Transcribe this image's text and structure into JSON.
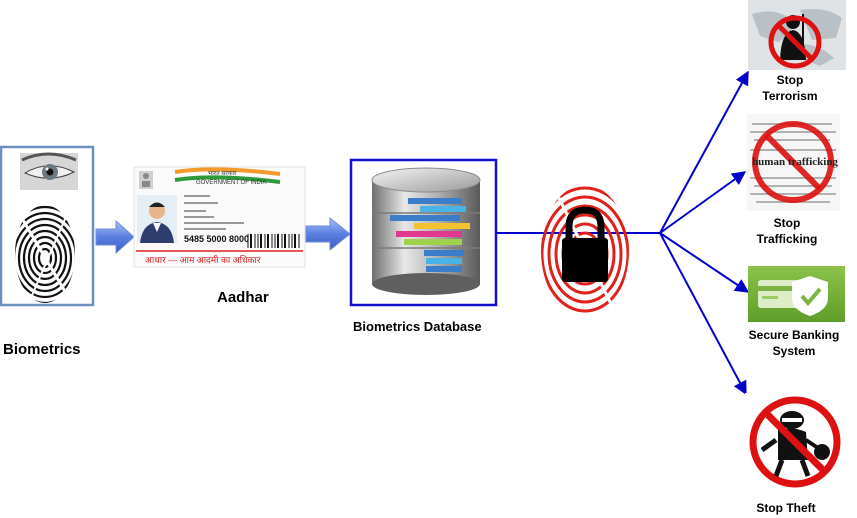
{
  "colors": {
    "arrow_blue": "#0000cc",
    "block_arrow": "#5b7fe0",
    "db_border": "#1010cc",
    "bio_border": "#6a8fc0",
    "fingerprint_red": "#e0201a",
    "prohibition_red": "#dd1111",
    "bank_green": "#7cb342"
  },
  "labels": {
    "biometrics": "Biometrics",
    "aadhar": "Aadhar",
    "database": "Biometrics Database",
    "stop_terrorism_1": "Stop",
    "stop_terrorism_2": "Terrorism",
    "stop_trafficking_1": "Stop",
    "stop_trafficking_2": "Trafficking",
    "secure_banking_1": "Secure Banking",
    "secure_banking_2": "System",
    "stop_theft": "Stop Theft"
  },
  "aadhar_card": {
    "header": "भारत सरकार",
    "subheader": "GOVERNMENT OF INDIA",
    "number": "5485 5000 8000",
    "footer": "आधार — आम आदमी का अधिकार"
  },
  "trafficking_image": {
    "headline": "human trafficking"
  },
  "icons": {
    "eye": "eye-icon",
    "fingerprint": "fingerprint-icon",
    "database": "database-icon",
    "lock": "padlock-icon",
    "terrorism": "no-terrorism-icon",
    "trafficking": "no-trafficking-icon",
    "banking": "secure-card-icon",
    "theft": "no-theft-icon"
  }
}
